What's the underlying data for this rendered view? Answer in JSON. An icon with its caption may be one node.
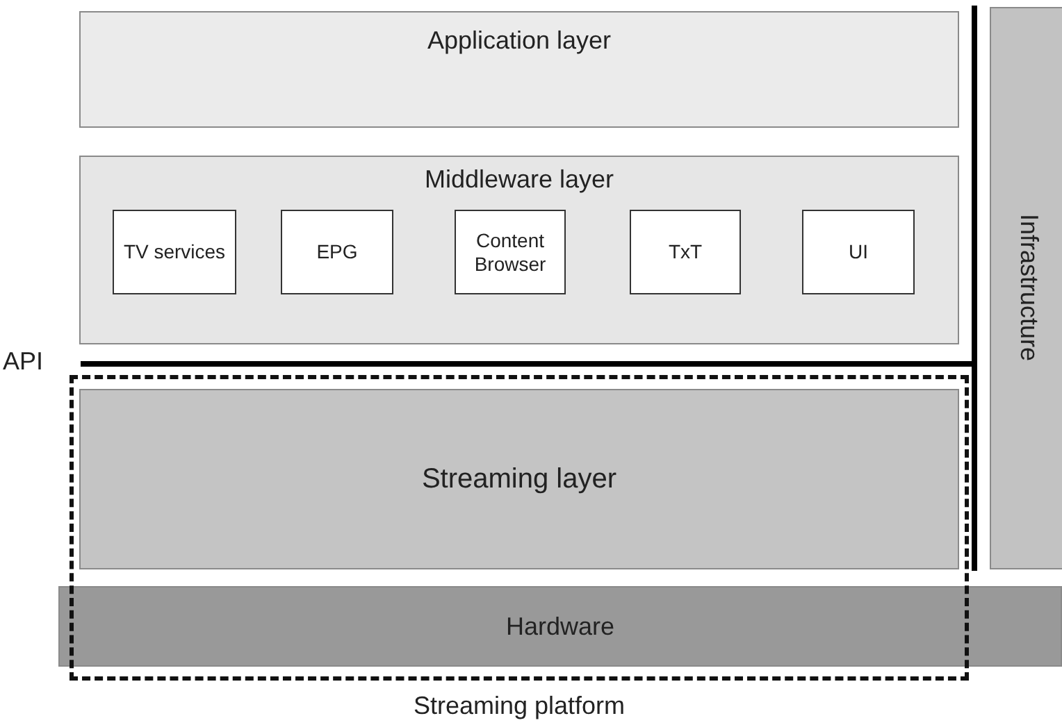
{
  "diagram": {
    "nodes": [
      {
        "text": [
          "Application layer"
        ]
      },
      {
        "text": [
          "Middleware layer"
        ]
      },
      {
        "text": [
          "TV services"
        ],
        "in": 1
      },
      {
        "text": [
          "EPG"
        ],
        "in": 1
      },
      {
        "text": [
          "Content Browser"
        ],
        "in": 1
      },
      {
        "text": [
          "TxT"
        ],
        "in": 1
      },
      {
        "text": [
          "UI"
        ],
        "in": 1
      },
      {
        "text": [
          "Infrastructure"
        ]
      },
      {
        "text": [
          "Streaming platform"
        ]
      },
      {
        "text": [
          "Streaming layer"
        ],
        "in": 8
      },
      {
        "text": [
          "Hardware"
        ]
      }
    ],
    "labels": [
      "API"
    ]
  }
}
